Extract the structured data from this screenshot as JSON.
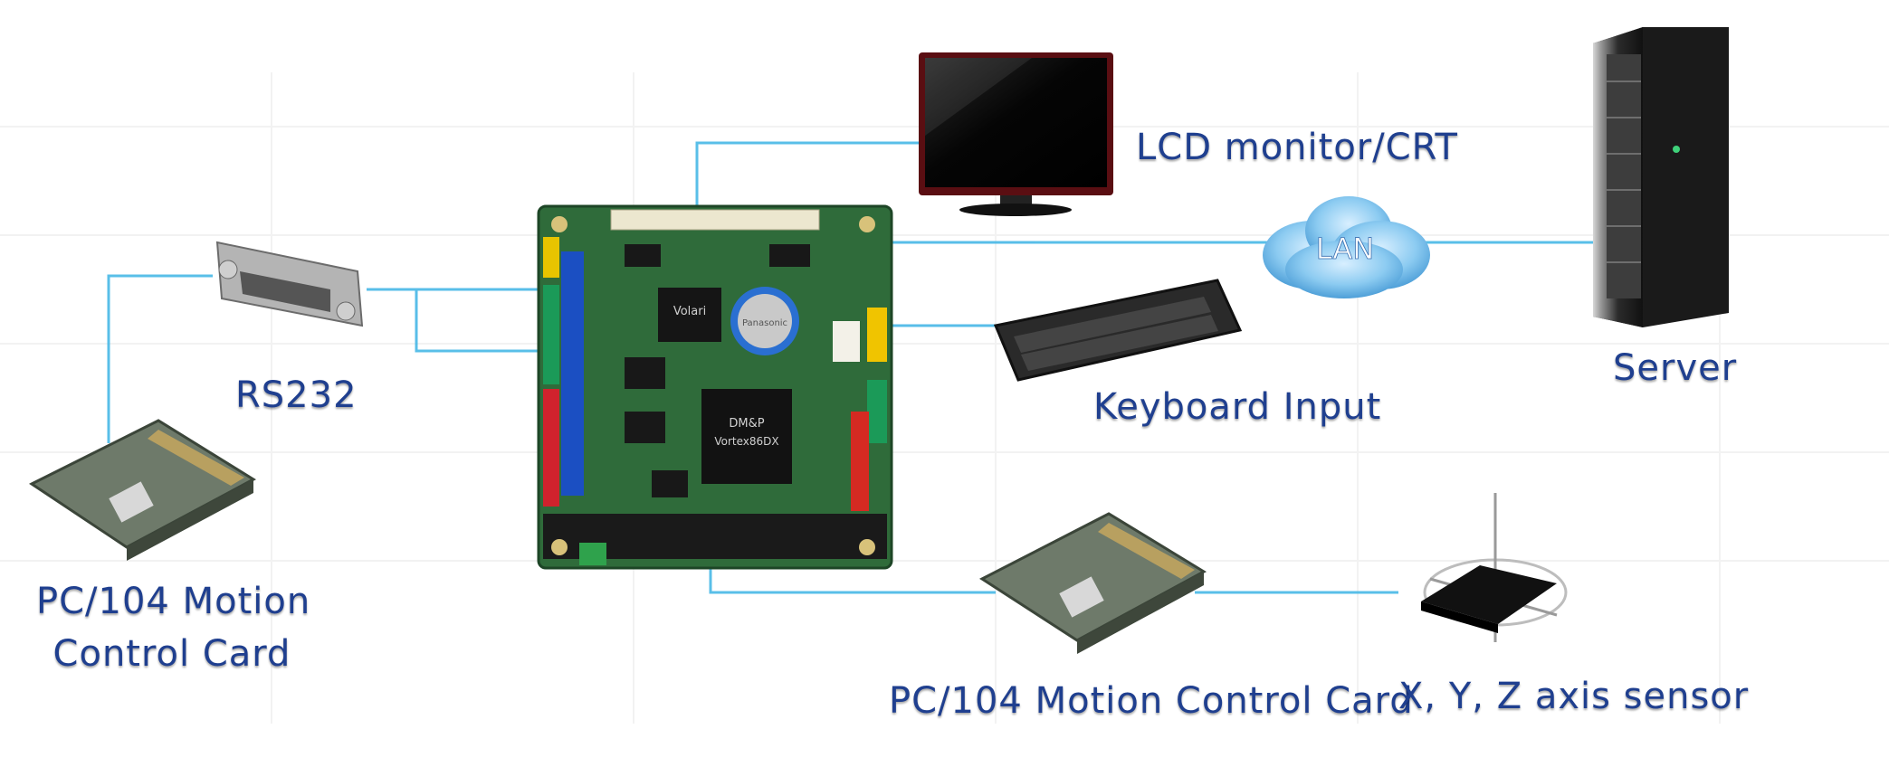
{
  "labels": {
    "rs232": "RS232",
    "lcd": "LCD monitor/CRT",
    "keyboard": "Keyboard Input",
    "server": "Server",
    "lan": "LAN",
    "motion_left_line1": "PC/104 Motion",
    "motion_left_line2": "Control Card",
    "motion_bottom": "PC/104 Motion Control Card",
    "sensor": "X, Y, Z axis sensor"
  },
  "board_chips": {
    "chip_top": "Volari",
    "chip_cpu": "Vortex86DX",
    "cpu_brand": "DM&P",
    "battery": "Panasonic"
  },
  "colors": {
    "link": "#47b8e6",
    "label": "#1f3f8f",
    "pcb": "#2f6b3a",
    "cloud": "#7fc3ee"
  }
}
